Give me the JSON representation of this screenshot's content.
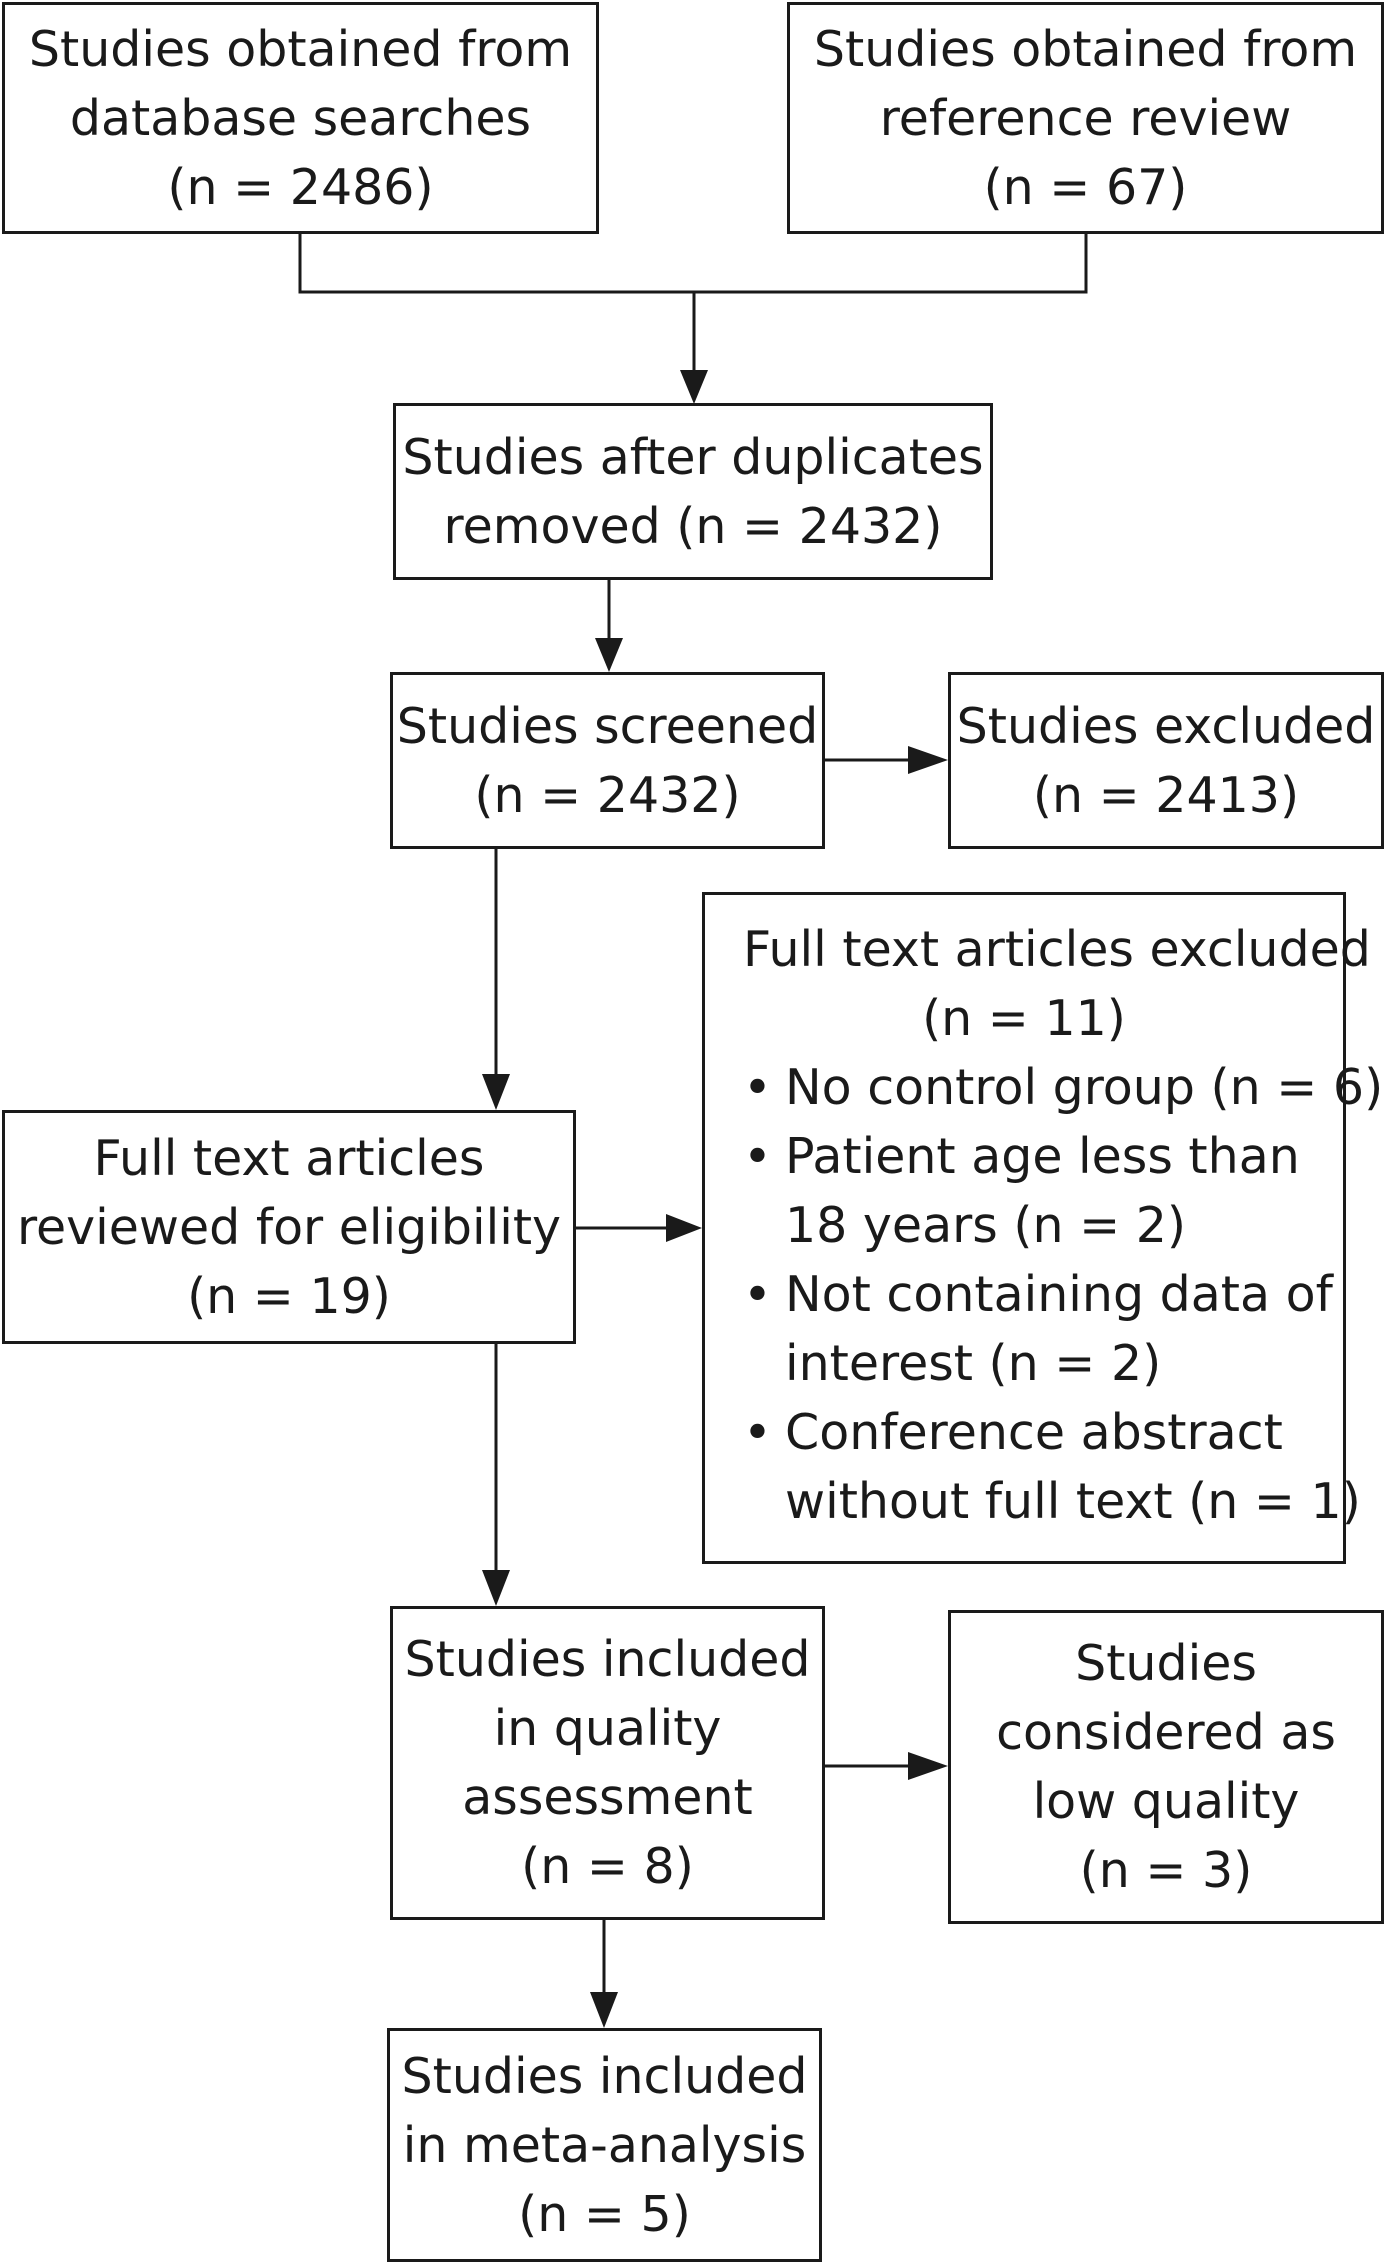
{
  "boxes": {
    "db_search": {
      "lines": [
        "Studies obtained from",
        "database searches"
      ],
      "count": "(n = 2486)"
    },
    "ref_review": {
      "lines": [
        "Studies obtained from",
        "reference review"
      ],
      "count": "(n = 67)"
    },
    "after_dupes": {
      "lines": [
        "Studies after duplicates"
      ],
      "count_prefix": "removed ",
      "count": "(n = 2432)"
    },
    "screened": {
      "lines": [
        "Studies screened"
      ],
      "count": "(n = 2432)"
    },
    "excluded": {
      "lines": [
        "Studies excluded"
      ],
      "count": "(n = 2413)"
    },
    "fulltext_excluded": {
      "title": "Full text articles excluded",
      "count": "(n = 11)",
      "bullet_symbol": "•",
      "reasons": [
        {
          "lines": [
            "No control group (n = 6)"
          ]
        },
        {
          "lines": [
            "Patient age less than",
            "18 years (n = 2)"
          ]
        },
        {
          "lines": [
            "Not containing data of",
            "interest (n = 2)"
          ]
        },
        {
          "lines": [
            "Conference abstract",
            "without full text (n = 1)"
          ]
        }
      ]
    },
    "fulltext_reviewed": {
      "lines": [
        "Full text articles",
        "reviewed for eligibility"
      ],
      "count": "(n = 19)"
    },
    "quality": {
      "lines": [
        "Studies included",
        "in quality",
        "assessment"
      ],
      "count": "(n = 8)"
    },
    "low_quality": {
      "lines": [
        "Studies",
        "considered as",
        "low quality"
      ],
      "count": "(n = 3)"
    },
    "meta": {
      "lines": [
        "Studies included",
        "in meta-analysis"
      ],
      "count": "(n = 5)"
    }
  },
  "colors": {
    "stroke": "#1a1a1a",
    "background": "#ffffff"
  }
}
